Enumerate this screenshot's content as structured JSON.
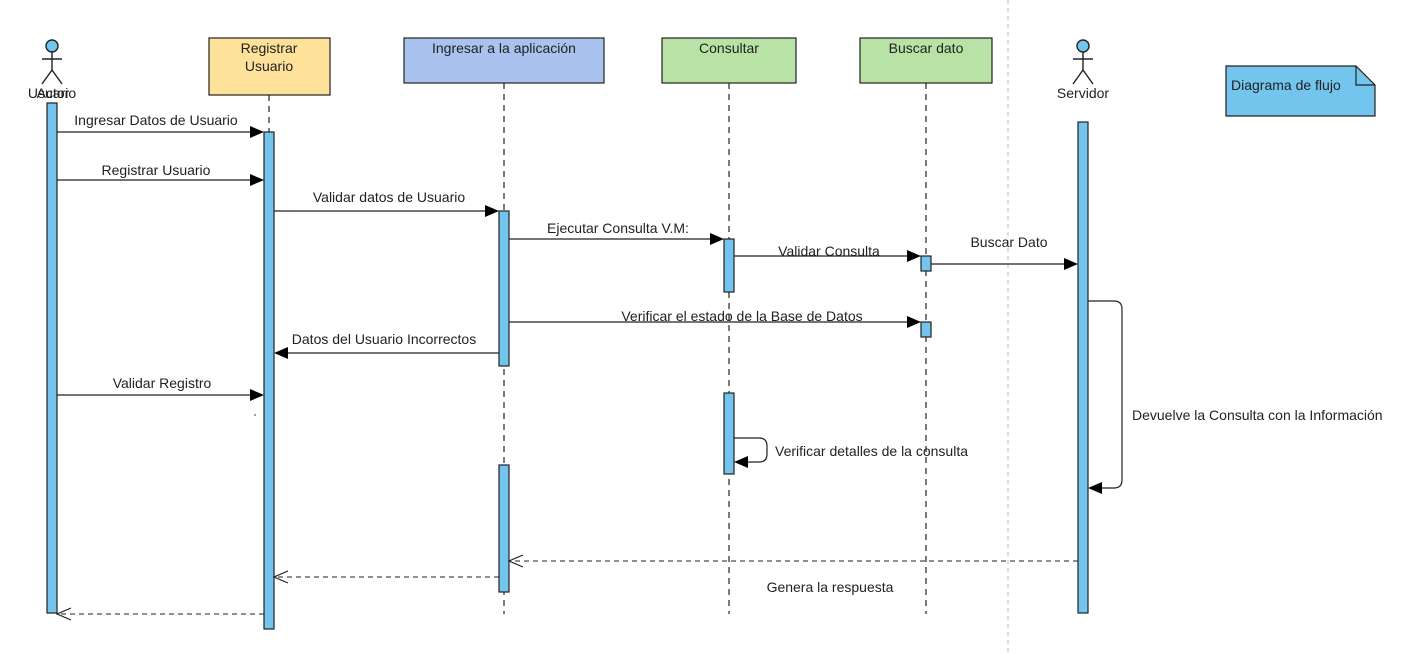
{
  "colors": {
    "registrar": "#ffe29a",
    "ingresar": "#a9c3ee",
    "consultar": "#b9e3a6",
    "buscar": "#b9e3a6",
    "bar": "#74c5ee",
    "note": "#74c5ee"
  },
  "actors": {
    "usuario_label_a": "Usuario",
    "usuario_label_b": "Actor",
    "servidor_label": "Servidor"
  },
  "boxes": {
    "registrar_line1": "Registrar",
    "registrar_line2": "Usuario",
    "ingresar": "Ingresar a la aplicación",
    "consultar": "Consultar",
    "buscar": "Buscar dato"
  },
  "note": {
    "label": "Diagrama  de flujo"
  },
  "messages": {
    "m1": "Ingresar Datos de Usuario",
    "m2": "Registrar Usuario",
    "m3": "Validar datos de Usuario",
    "m4": "Ejecutar Consulta V.M:",
    "m5": "Validar Consulta",
    "m6": "Buscar Dato",
    "m7": "Verificar el estado de la Base de Datos",
    "m8": "Datos del Usuario Incorrectos",
    "m9": "Validar Registro",
    "m10": "Devuelve la Consulta con la Información",
    "m11": "Verificar detalles de la consulta",
    "m12": "Genera la respuesta"
  }
}
